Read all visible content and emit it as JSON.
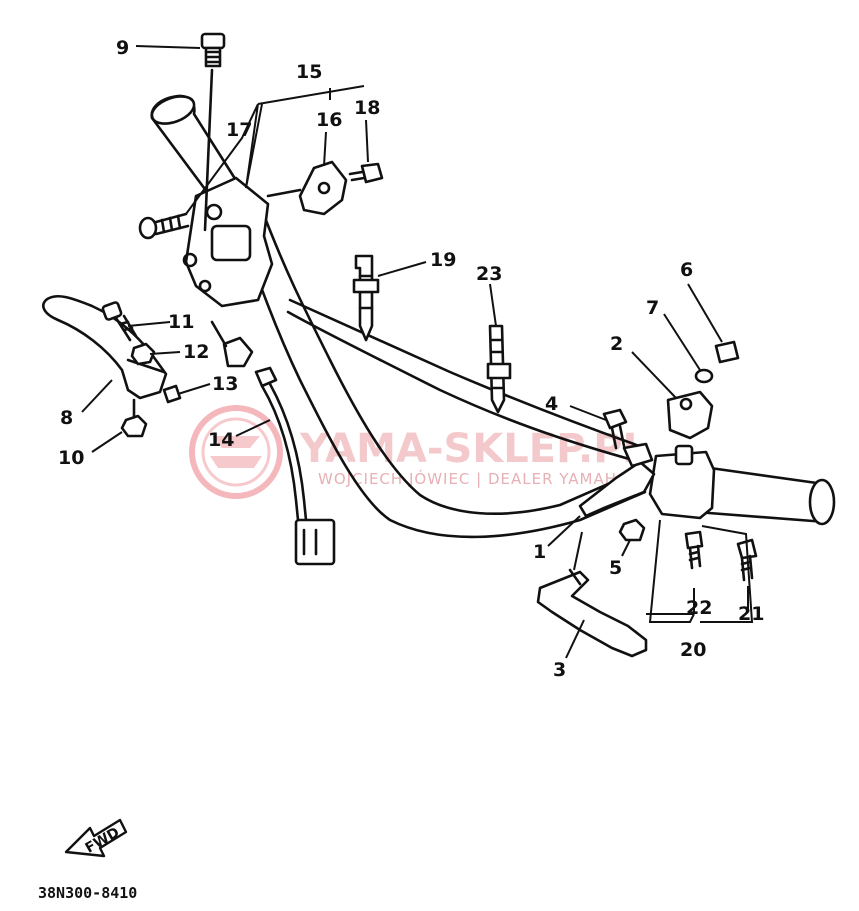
{
  "diagram": {
    "callouts": [
      "1",
      "2",
      "3",
      "4",
      "5",
      "6",
      "7",
      "8",
      "9",
      "10",
      "11",
      "12",
      "13",
      "14",
      "15",
      "16",
      "17",
      "18",
      "19",
      "20",
      "21",
      "22",
      "23"
    ],
    "direction_label": "FWD",
    "drawing_code": "38N300-8410"
  },
  "watermark": {
    "brand": "YAMA-SKLEP.PL",
    "tagline": "WOJCIECH JÓWIEC | DEALER YAMAHA",
    "color": "#e9a3a8"
  }
}
